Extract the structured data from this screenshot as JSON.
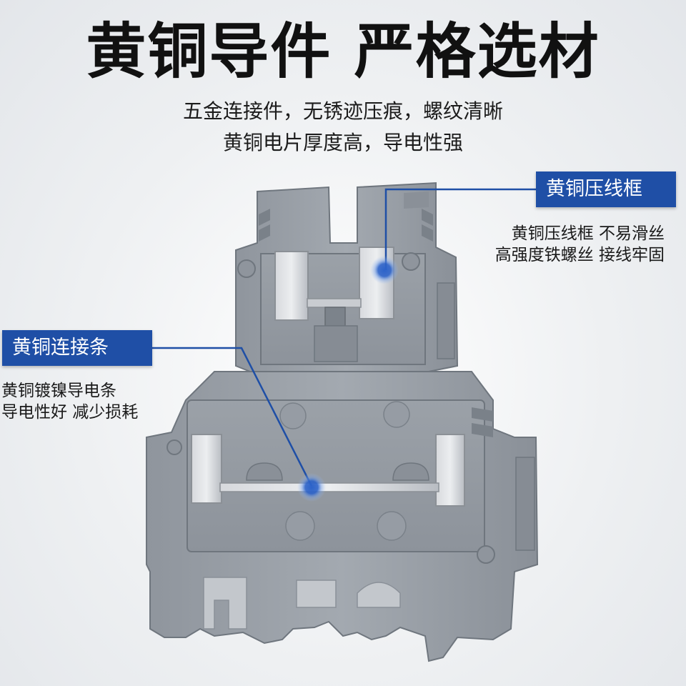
{
  "headline": "黄铜导件 严格选材",
  "subheadings": [
    "五金连接件，无锈迹压痕，螺纹清晰",
    "黄铜电片厚度高，导电性强"
  ],
  "callouts": {
    "clamp": {
      "label": "黄铜压线框",
      "lines": [
        "黄铜压线框 不易滑丝",
        "高强度铁螺丝 接线牢固"
      ]
    },
    "strip": {
      "label": "黄铜连接条",
      "lines": [
        "黄铜镀镍导电条",
        "导电性好 减少损耗"
      ]
    }
  },
  "colors": {
    "accent": "#1f4fa6",
    "housing": "#9aa0a8",
    "housing_dark": "#7d848d",
    "metal": "#c9ccd1"
  }
}
